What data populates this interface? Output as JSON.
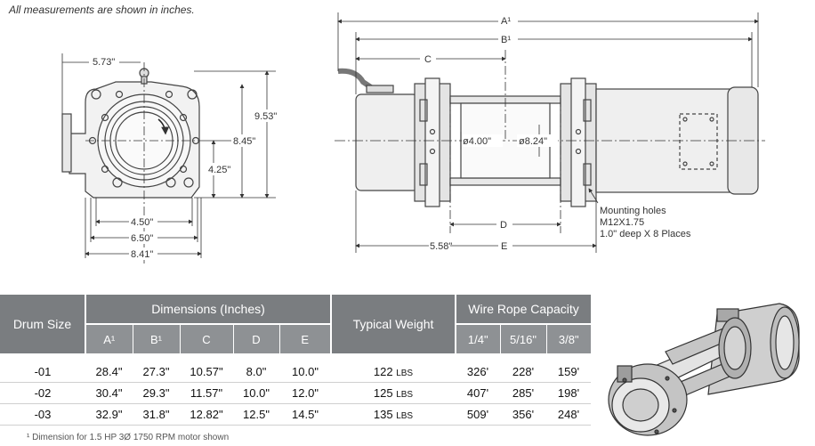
{
  "note": "All measurements are shown in inches.",
  "front_view": {
    "dims": [
      "5.73\"",
      "9.53\"",
      "8.45\"",
      "4.25\"",
      "4.50\"",
      "6.50\"",
      "8.41\""
    ]
  },
  "side_view": {
    "dims": [
      "A¹",
      "B¹",
      "C",
      "ø4.00\"",
      "ø8.24\"",
      "D",
      "5.58\"",
      "E"
    ],
    "mounting_note": [
      "Mounting holes",
      "M12X1.75",
      "1.0\" deep X 8 Places"
    ]
  },
  "table": {
    "drum_size_label": "Drum Size",
    "dimensions_label": "Dimensions (Inches)",
    "typical_weight_label": "Typical Weight",
    "wire_rope_label": "Wire Rope Capacity",
    "dim_cols": [
      "A¹",
      "B¹",
      "C",
      "D",
      "E"
    ],
    "rope_cols": [
      "1/4\"",
      "5/16\"",
      "3/8\""
    ],
    "rows": [
      {
        "drum": "-01",
        "a": "28.4\"",
        "b": "27.3\"",
        "c": "10.57\"",
        "d": "8.0\"",
        "e": "10.0\"",
        "weight": "122",
        "unit": "LBS",
        "r1": "326'",
        "r2": "228'",
        "r3": "159'"
      },
      {
        "drum": "-02",
        "a": "30.4\"",
        "b": "29.3\"",
        "c": "11.57\"",
        "d": "10.0\"",
        "e": "12.0\"",
        "weight": "125",
        "unit": "LBS",
        "r1": "407'",
        "r2": "285'",
        "r3": "198'"
      },
      {
        "drum": "-03",
        "a": "32.9\"",
        "b": "31.8\"",
        "c": "12.82\"",
        "d": "12.5\"",
        "e": "14.5\"",
        "weight": "135",
        "unit": "LBS",
        "r1": "509'",
        "r2": "356'",
        "r3": "248'"
      }
    ]
  },
  "footnote": "¹ Dimension for 1.5 HP 3Ø 1750 RPM motor shown"
}
